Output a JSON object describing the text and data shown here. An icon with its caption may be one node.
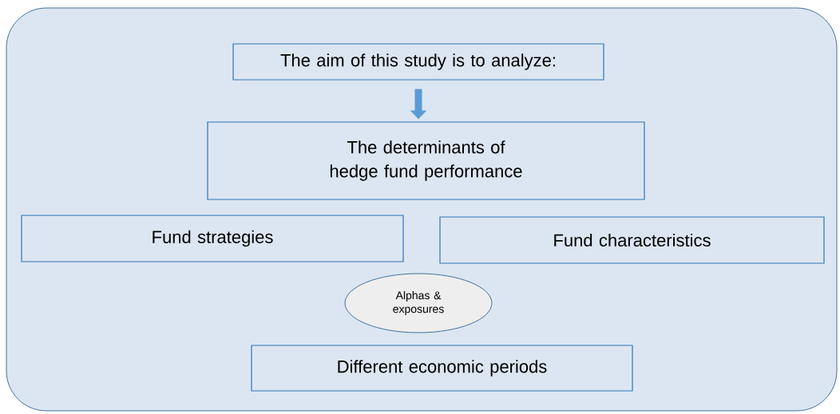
{
  "diagram": {
    "nodes": [
      {
        "text": [],
        "shape": "box"
      },
      {
        "text": [
          "The aim of this study is to analyze:"
        ],
        "in": 0
      },
      {
        "text": [
          "The determinants of hedge fund performance"
        ],
        "in": 0
      },
      {
        "text": [
          "Fund strategies"
        ],
        "in": 0
      },
      {
        "text": [
          "Fund characteristics"
        ],
        "in": 0
      },
      {
        "text": [
          "Alphas & exposures"
        ],
        "in": 0
      },
      {
        "text": [
          "Different economic periods"
        ],
        "in": 0
      }
    ],
    "edges": [
      {
        "from": 1,
        "to": 2,
        "arrow": "to"
      }
    ]
  }
}
